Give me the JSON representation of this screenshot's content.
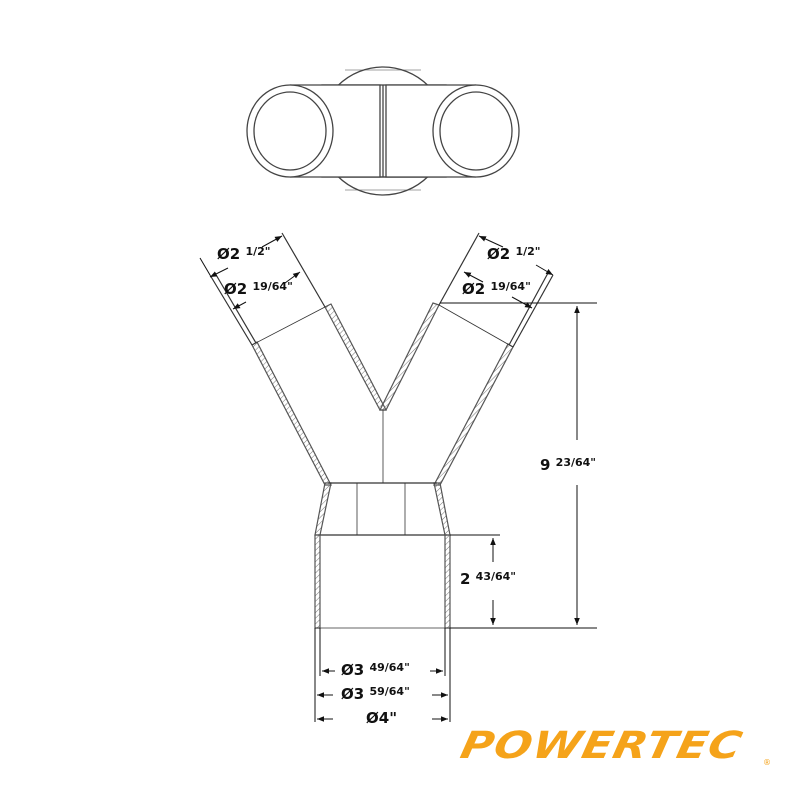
{
  "dimensions": {
    "left_outer": {
      "main": "Ø2",
      "frac": "1/2\""
    },
    "left_inner": {
      "main": "Ø2",
      "frac": "19/64\""
    },
    "right_outer": {
      "main": "Ø2",
      "frac": "1/2\""
    },
    "right_inner": {
      "main": "Ø2",
      "frac": "19/64\""
    },
    "height_total": {
      "main": "9",
      "frac": "23/64\""
    },
    "collar_height": {
      "main": "2",
      "frac": "43/64\""
    },
    "base_inner": {
      "main": "Ø3",
      "frac": "49/64\""
    },
    "base_mid": {
      "main": "Ø3",
      "frac": "59/64\""
    },
    "base_outer": {
      "main": "Ø4\""
    }
  },
  "logo": {
    "text": "POWERTEC",
    "registered": "®",
    "color": "#f5a31a"
  },
  "colors": {
    "line": "#333333",
    "hatch": "#777777"
  }
}
